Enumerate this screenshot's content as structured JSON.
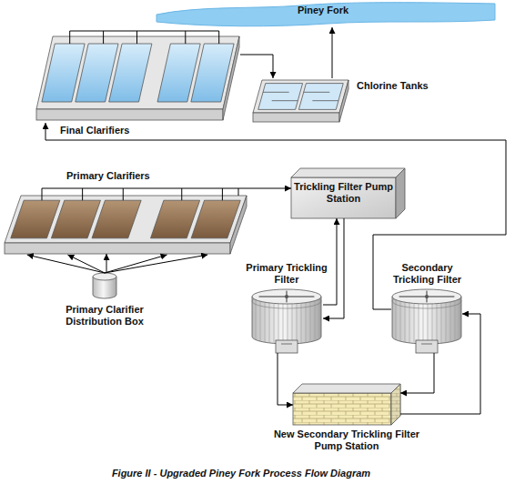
{
  "diagram": {
    "caption": "Figure II - Upgraded Piney Fork Process Flow Diagram",
    "nodes": [
      {
        "text": [
          "Piney Fork"
        ]
      },
      {
        "text": [
          "Final Clarifiers"
        ]
      },
      {
        "text": [
          "Chlorine Tanks"
        ]
      },
      {
        "text": [
          "Primary Clarifiers"
        ]
      },
      {
        "text": [
          "Trickling Filter Pump Station"
        ]
      },
      {
        "text": [
          "Primary Clarifier Distribution Box"
        ]
      },
      {
        "text": [
          "Primary Trickling Filter"
        ]
      },
      {
        "text": [
          "Secondary Trickling Filter"
        ]
      },
      {
        "text": [
          "New Secondary Trickling Filter Pump Station"
        ]
      }
    ],
    "edges": [
      {
        "from": 5,
        "to": 3,
        "arrow": "to"
      },
      {
        "from": 3,
        "to": 4,
        "arrow": "to"
      },
      {
        "from": 4,
        "to": 6,
        "arrow": "to"
      },
      {
        "from": 6,
        "to": 4,
        "arrow": "to"
      },
      {
        "from": 6,
        "to": 8,
        "arrow": "to"
      },
      {
        "from": 8,
        "to": 7,
        "arrow": "to"
      },
      {
        "from": 7,
        "to": 8,
        "arrow": "to"
      },
      {
        "from": 7,
        "to": 1,
        "arrow": "to"
      },
      {
        "from": 1,
        "to": 2,
        "arrow": "to"
      },
      {
        "from": 2,
        "to": 0,
        "arrow": "to"
      }
    ]
  }
}
